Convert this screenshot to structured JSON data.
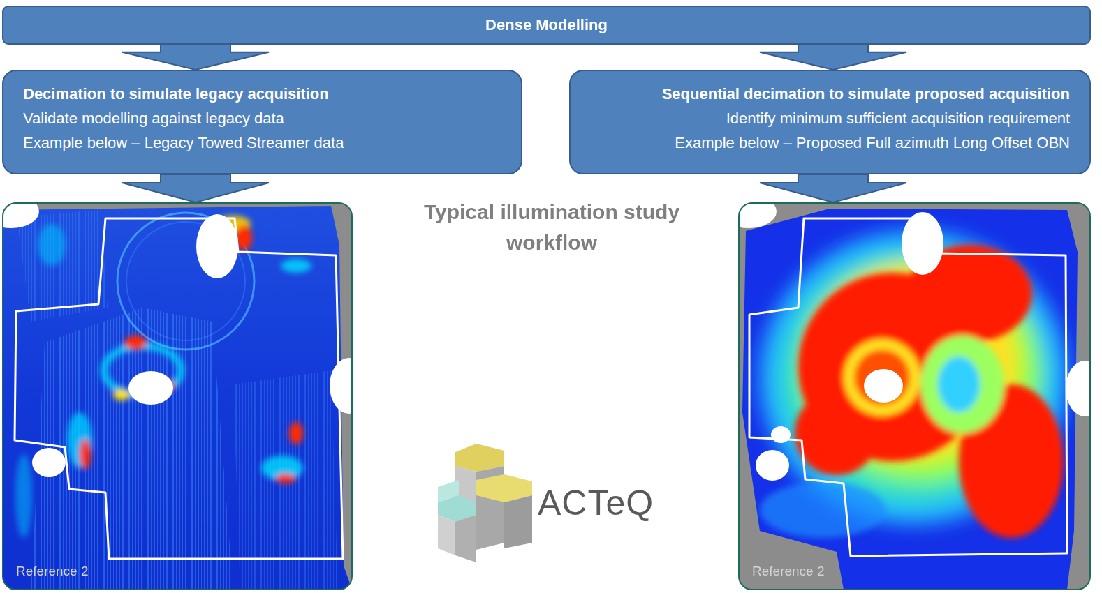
{
  "diagram": {
    "title": "Typical illumination study workflow",
    "nodes": [
      {
        "text": [
          "Dense Modelling"
        ]
      },
      {
        "text": [
          "Decimation to simulate legacy acquisition",
          "Validate modelling against legacy data",
          "Example below – Legacy Towed Streamer data"
        ]
      },
      {
        "text": [
          "Sequential decimation to simulate proposed acquisition",
          "Identify minimum sufficient acquisition requirement",
          "Example below – Proposed Full azimuth Long Offset OBN"
        ]
      },
      {
        "text": [
          "Reference 2"
        ]
      },
      {
        "text": [
          "Reference 2"
        ]
      }
    ],
    "edges": [
      {
        "from": 0,
        "to": 1,
        "arrow": "to"
      },
      {
        "from": 0,
        "to": 2,
        "arrow": "to"
      },
      {
        "from": 1,
        "to": 3,
        "arrow": "to"
      },
      {
        "from": 2,
        "to": 4,
        "arrow": "to"
      }
    ],
    "labels": [
      "ACTeQ"
    ]
  }
}
